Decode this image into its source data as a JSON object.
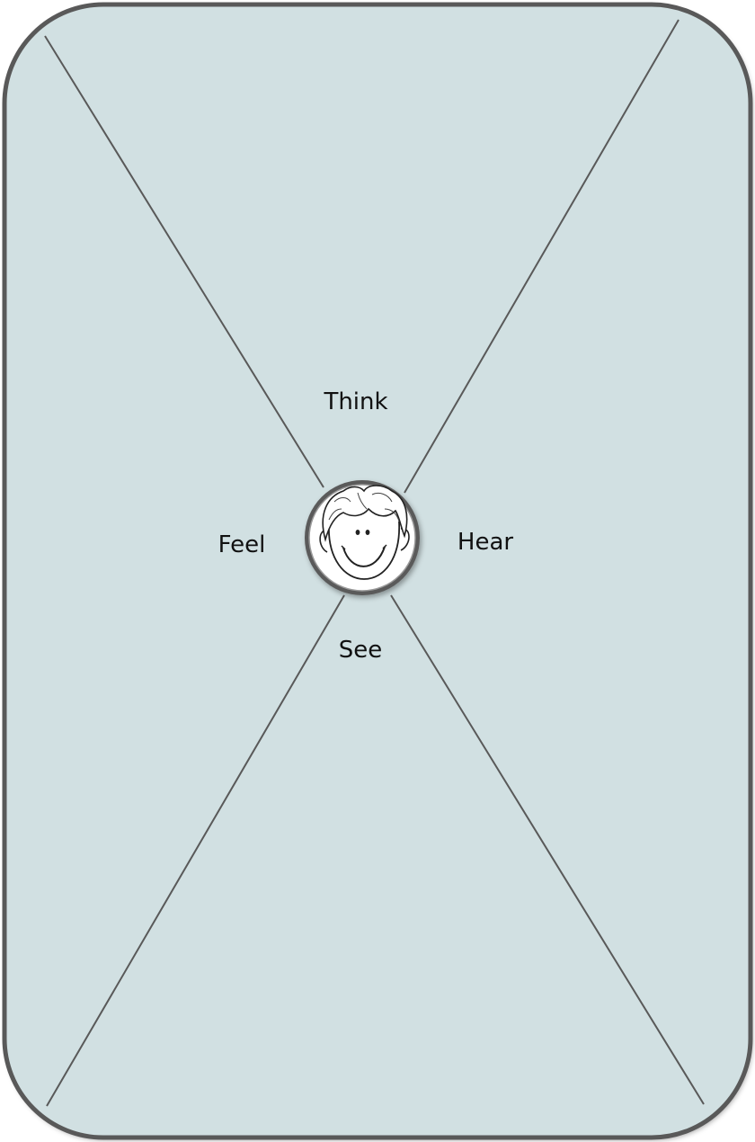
{
  "diagram": {
    "labels": {
      "think": "Think",
      "feel": "Feel",
      "hear": "Hear",
      "see": "See"
    },
    "center_icon": "smiling-face-icon"
  },
  "colors": {
    "card_fill": "#d1e0e2",
    "card_border": "#595959",
    "divider_line": "#595959",
    "ring": "#5a5a5a",
    "face_fill": "#ffffff"
  }
}
